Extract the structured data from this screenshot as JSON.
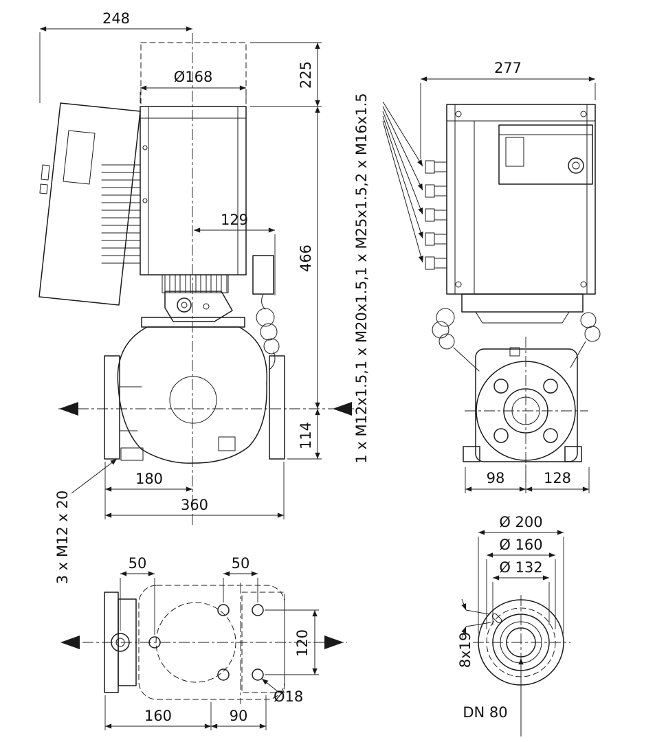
{
  "colors": {
    "line": "#1a1a1a",
    "background": "#ffffff"
  },
  "views": {
    "front": {
      "dims": {
        "module_width": "248",
        "dismantling_height": "225",
        "motor_diameter": "Ø168",
        "cable_offset": "129",
        "total_height": "466",
        "foot_height": "114",
        "axis_to_flange": "180",
        "port_to_port": "360",
        "foot_bolts": "3 x M12 x 20"
      }
    },
    "side": {
      "dims": {
        "depth": "277",
        "cable_glands": "1 x M12x1.5,1 x M20x1.5,1 x M25x1.5,2 x M16x1.5",
        "foot_front": "98",
        "foot_rear": "128"
      }
    },
    "plan": {
      "dims": {
        "offset_left": "50",
        "offset_right": "50",
        "hole_spacing": "120",
        "base_length": "160",
        "base_ext": "90",
        "hole_dia": "Ø18"
      }
    },
    "flange": {
      "dims": {
        "outer_dia": "Ø 200",
        "bolt_circle": "Ø 160",
        "raised_face": "Ø 132",
        "slot": "8x19",
        "nominal": "DN 80"
      }
    }
  }
}
